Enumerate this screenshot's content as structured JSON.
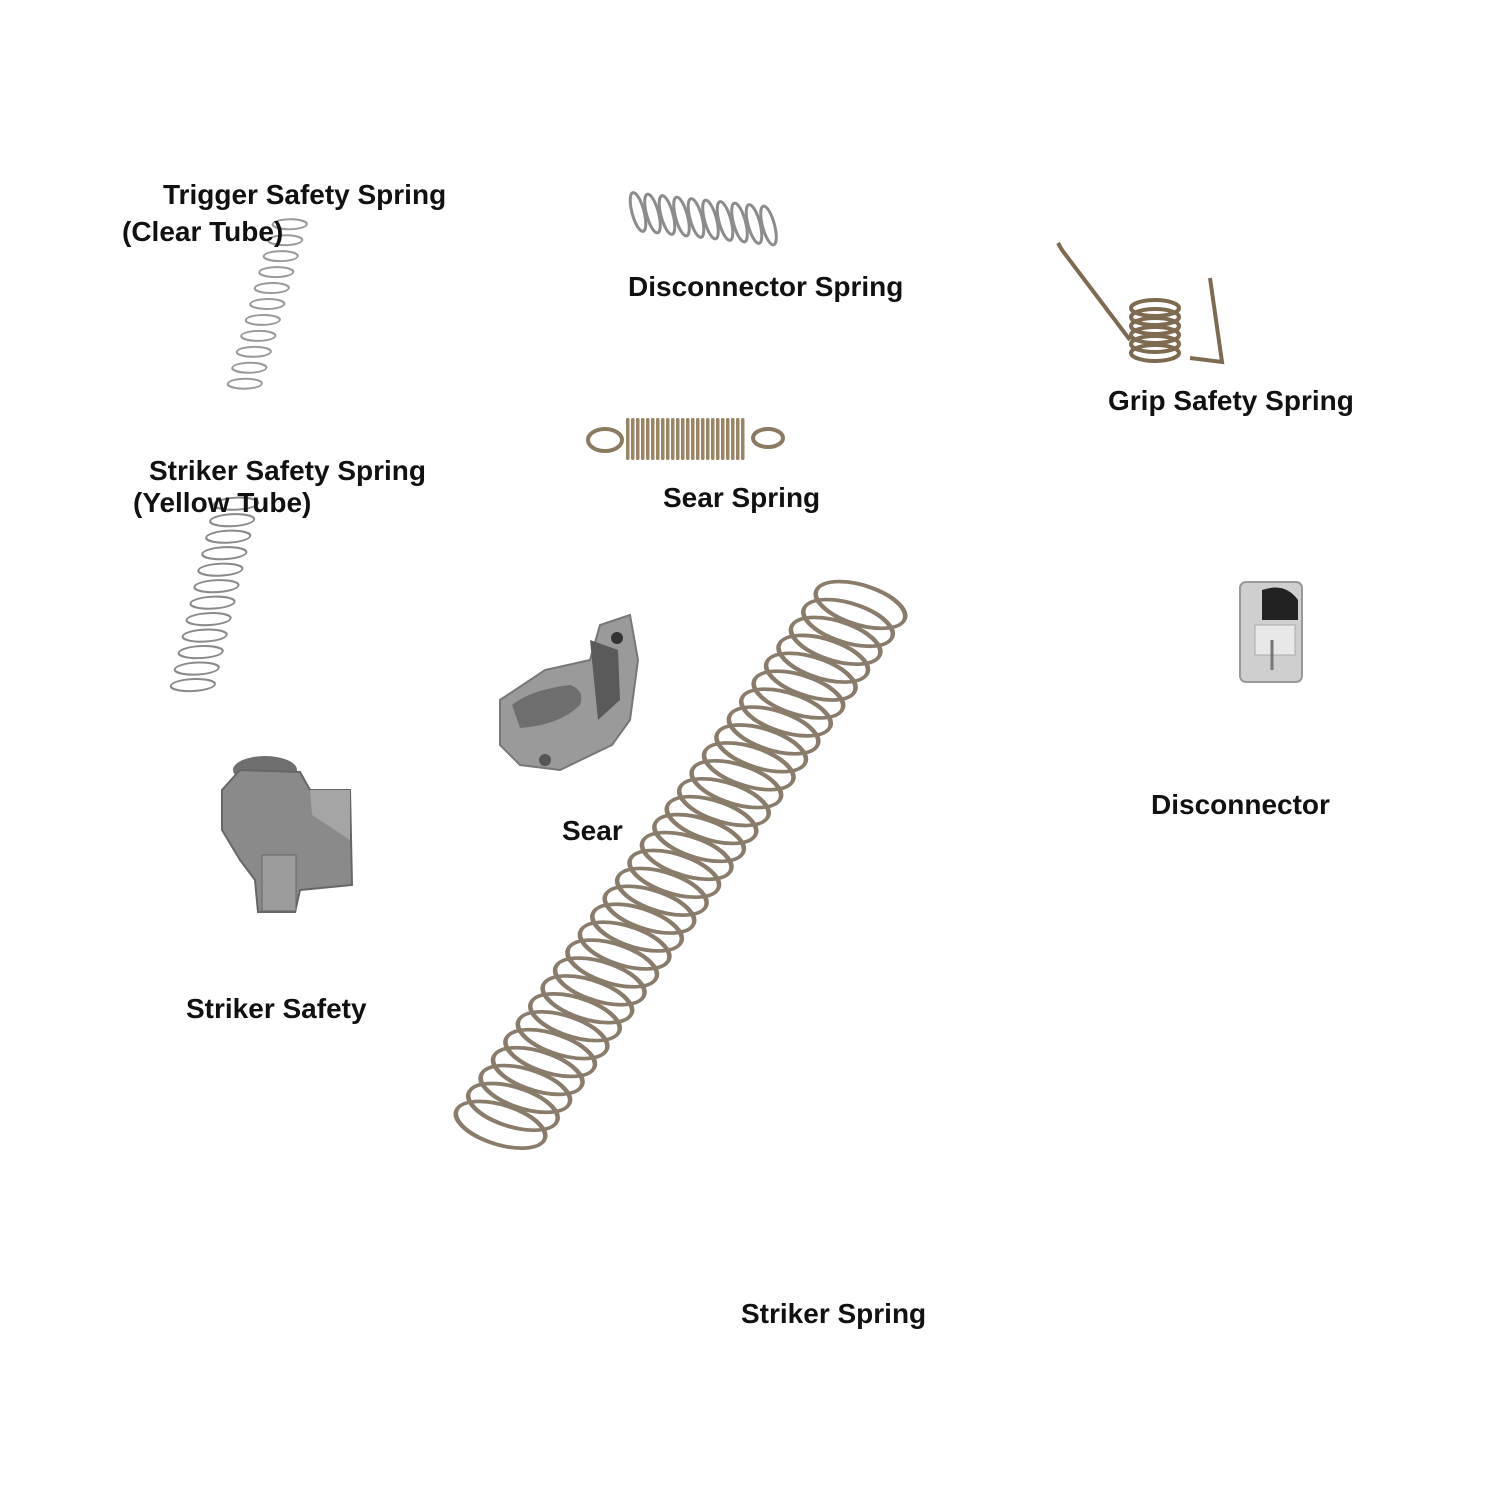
{
  "labels": {
    "trigger_safety_spring": "Trigger Safety Spring",
    "trigger_safety_spring_note": "(Clear Tube)",
    "disconnector_spring": "Disconnector Spring",
    "grip_safety_spring": "Grip Safety Spring",
    "striker_safety_spring": "Striker Safety Spring",
    "striker_safety_spring_note": "(Yellow Tube)",
    "sear_spring": "Sear Spring",
    "sear": "Sear",
    "disconnector": "Disconnector",
    "striker_safety": "Striker Safety",
    "striker_spring": "Striker Spring"
  },
  "colors": {
    "steel": "#8a8a8a",
    "bronze_spring": "#8f7a5c",
    "silver_spring": "#9a9a9a",
    "part_gray": "#7d7d7d"
  }
}
